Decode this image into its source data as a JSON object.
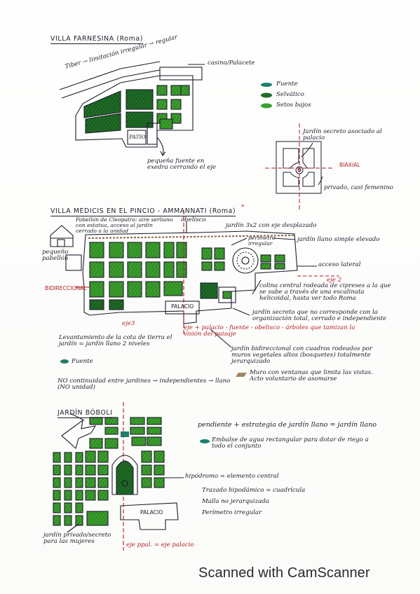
{
  "colors": {
    "ink": "#1d1d2c",
    "red_ink": "#b01e1e",
    "fountain": "#1e7f6e",
    "topiary": "#1e6f2a",
    "hedge": "#3aa32e"
  },
  "villa_farnesina": {
    "title": "VILLA FARNESINA (Roma)",
    "river_label": "Tiber → limitación irregular → regular",
    "casino_label": "casino/Palacete",
    "legend": [
      {
        "icon": "fountain-swatch",
        "label": "Fuente"
      },
      {
        "icon": "topiary-swatch",
        "label": "Selvático"
      },
      {
        "icon": "hedge-swatch",
        "label": "Setos bajos"
      }
    ],
    "patio_label": "PATIO",
    "fountain_note": "pequeña fuente en exedra cerrando el eje",
    "secret_garden_title": "Jardín secreto asociado al palacio",
    "biaxial_label": "BIAXIAL",
    "private_note": "privado, casi femenino"
  },
  "villa_medicis": {
    "title": "VILLA MEDICIS EN EL PINCIO - AMMANNATI (Roma)",
    "asterisk": "*",
    "pavilion_note": "Pabellón de Cleopatra: aire serliano con estatua, acceso al jardín cerrado a la unidad",
    "obelisk_label": "obelisco",
    "garden_note": "jardín 3x2 con eje desplazado",
    "perimeter_label": "perímetro irregular",
    "flat_garden_label": "jardín llano simple elevado",
    "small_pavilion_label": "pequeño pabellón",
    "bidirectional_label": "BIDIRECCIONAL",
    "side_access_label": "acceso lateral",
    "axis2_label": "eje 2",
    "hill_note": "colina central rodeada de cipreses a la que se sube a través de una escalinata helicoidal, hasta ver todo Roma",
    "secret_garden_note": "jardín secreto que no corresponde con la organización total, cerrado e independiente",
    "palace_label": "PALACIO",
    "axis3_label": "eje3",
    "axis_sequence": "eje + palacio - fuente - obelisco - árboles que tamizan la visión del paisaje",
    "terrain_note": "Levantamiento de la cota de tierra el jardín = jardín llano 2 niveles",
    "bidirectional_note": "jardín bidireccional con cuadros rodeados por muros vegetales altos (bosquetes) totalmente jerarquizado",
    "legend_fountain": "Fuente",
    "wall_note": "Muro con ventanas que limita las vistas. Acto voluntario de asomarse",
    "continuity_note": "NO continuidad entre jardines → independientes → llano (NO unidad)"
  },
  "jardin_boboli": {
    "title": "JARDÍN BÓBOLI",
    "slope_note": "pendiente + estrategia de jardín llano = jardín llano",
    "reservoir_note": "Embalse de agua rectangular para dotar de riego a todo el conjunto",
    "hippodrome_note": "hipódromo = elemento central",
    "bullets": [
      "Trazado hipodámico = cuadrícula",
      "Malla no jerarquizada",
      "Perímetro irregular"
    ],
    "palace_label": "PALACIO",
    "private_garden_note": "jardín privado/secreto para las mujeres",
    "main_axis_note": "eje ppal. = eje palacio"
  },
  "footer": {
    "text": "Scanned with CamScanner"
  }
}
